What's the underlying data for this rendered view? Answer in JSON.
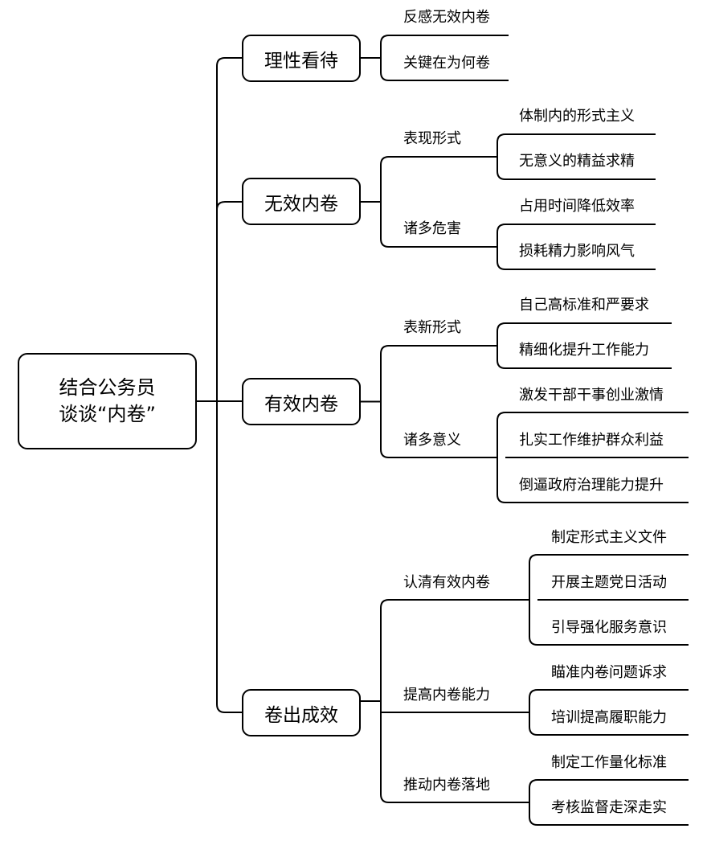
{
  "mindmap": {
    "root": "结合公务员\n谈谈“内卷”",
    "branches": [
      {
        "label": "理性看待",
        "items": [
          "反感无效内卷",
          "关键在为何卷"
        ]
      },
      {
        "label": "无效内卷",
        "groups": [
          {
            "label": "表现形式",
            "items": [
              "体制内的形式主义",
              "无意义的精益求精"
            ]
          },
          {
            "label": "诸多危害",
            "items": [
              "占用时间降低效率",
              "损耗精力影响风气"
            ]
          }
        ]
      },
      {
        "label": "有效内卷",
        "groups": [
          {
            "label": "表新形式",
            "items": [
              "自己高标准和严要求",
              "精细化提升工作能力"
            ]
          },
          {
            "label": "诸多意义",
            "items": [
              "激发干部干事创业激情",
              "扎实工作维护群众利益",
              "倒逼政府治理能力提升"
            ]
          }
        ]
      },
      {
        "label": "卷出成效",
        "groups": [
          {
            "label": "认清有效内卷",
            "items": [
              "制定形式主义文件",
              "开展主题党日活动",
              "引导强化服务意识"
            ]
          },
          {
            "label": "提高内卷能力",
            "items": [
              "瞄准内卷问题诉求",
              "培训提高履职能力"
            ]
          },
          {
            "label": "推动内卷落地",
            "items": [
              "制定工作量化标准",
              "考核监督走深走实"
            ]
          }
        ]
      }
    ]
  }
}
